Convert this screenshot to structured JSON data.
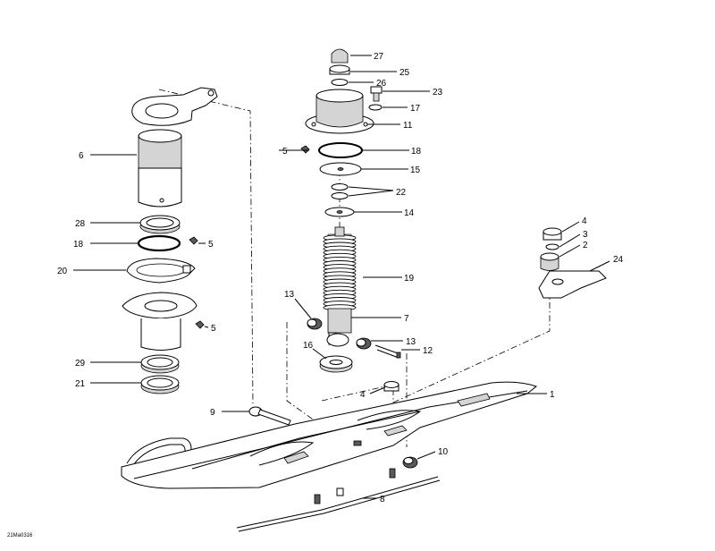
{
  "drawing_code": "21Ma0316",
  "callouts": {
    "c27": "27",
    "c25": "25",
    "c26": "26",
    "c23": "23",
    "c17": "17",
    "c11": "11",
    "c5a": "5",
    "c18a": "18",
    "c15": "15",
    "c22": "22",
    "c14": "14",
    "c19": "19",
    "c7": "7",
    "c13a": "13",
    "c13b": "13",
    "c16": "16",
    "c12": "12",
    "c6": "6",
    "c28": "28",
    "c18b": "18",
    "c5b": "5",
    "c20": "20",
    "c5c": "5",
    "c29": "29",
    "c21": "21",
    "c9": "9",
    "c4a": "4",
    "c1": "1",
    "c10": "10",
    "c8": "8",
    "c4b": "4",
    "c3": "3",
    "c2": "2",
    "c24": "24"
  }
}
